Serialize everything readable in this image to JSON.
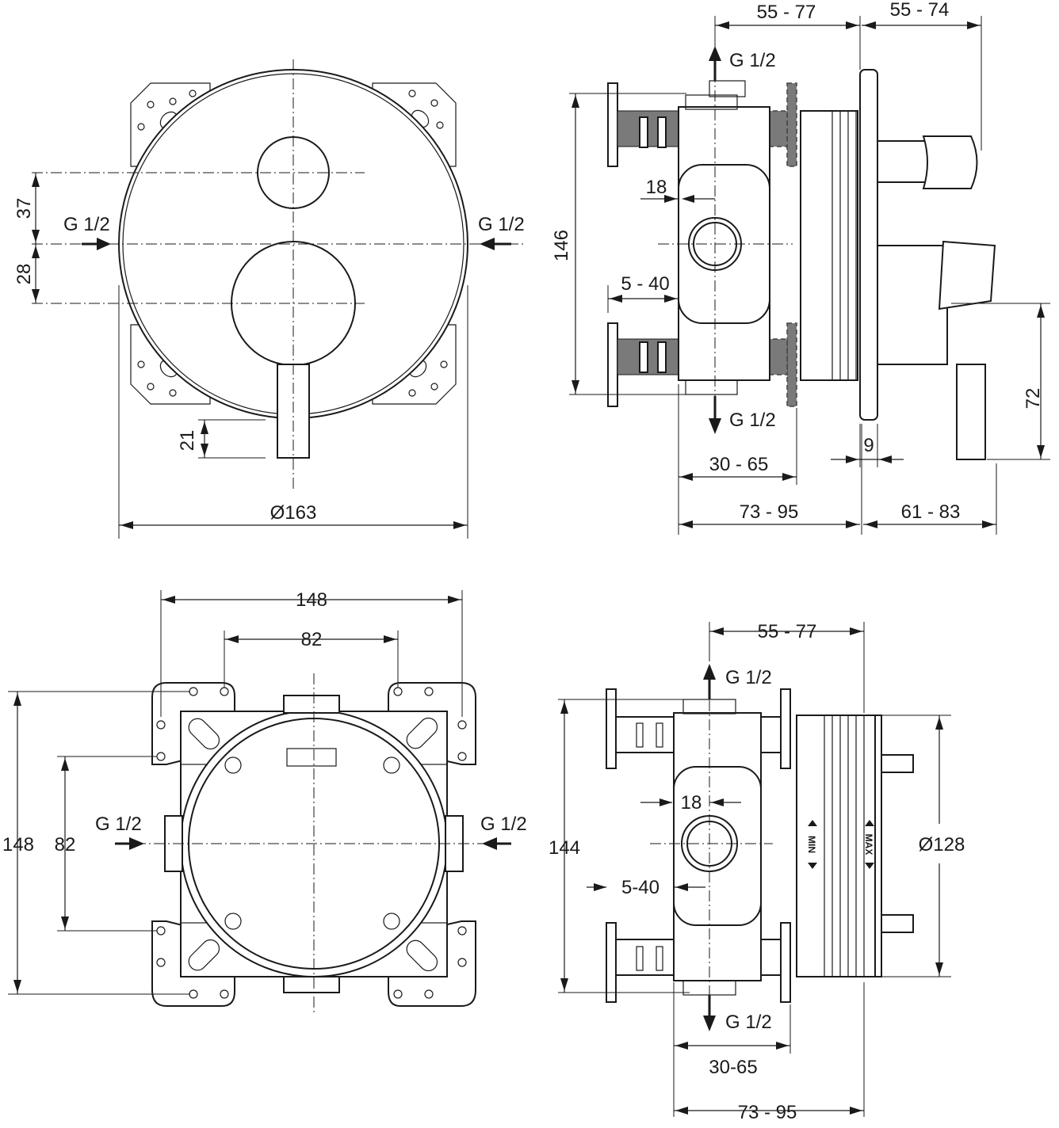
{
  "views": {
    "front": {
      "dim_37": "37",
      "dim_28": "28",
      "dim_21": "21",
      "dim_dia": "Ø163",
      "inlet_left": "G 1/2",
      "inlet_right": "G 1/2"
    },
    "side": {
      "top_a": "55 - 77",
      "top_b": "55 - 74",
      "outlet_top": "G 1/2",
      "outlet_bottom": "G 1/2",
      "dim_146": "146",
      "dim_18": "18",
      "dim_5_40": "5 - 40",
      "dim_9": "9",
      "dim_72": "72",
      "dim_30_65": "30 - 65",
      "dim_73_95": "73 - 95",
      "dim_61_83": "61 - 83"
    },
    "body_front": {
      "dim_148_h": "148",
      "dim_82_h": "82",
      "dim_148_v": "148",
      "dim_82_v": "82",
      "inlet_left": "G 1/2",
      "inlet_right": "G 1/2"
    },
    "body_side": {
      "top": "55 - 77",
      "outlet_top": "G 1/2",
      "outlet_bottom": "G 1/2",
      "dim_144": "144",
      "dim_18": "18",
      "dim_5_40": "5-40",
      "dim_128": "Ø128",
      "dim_30_65": "30-65",
      "dim_73_95": "73 - 95",
      "min_label": "MIN",
      "max_label": "MAX"
    }
  }
}
